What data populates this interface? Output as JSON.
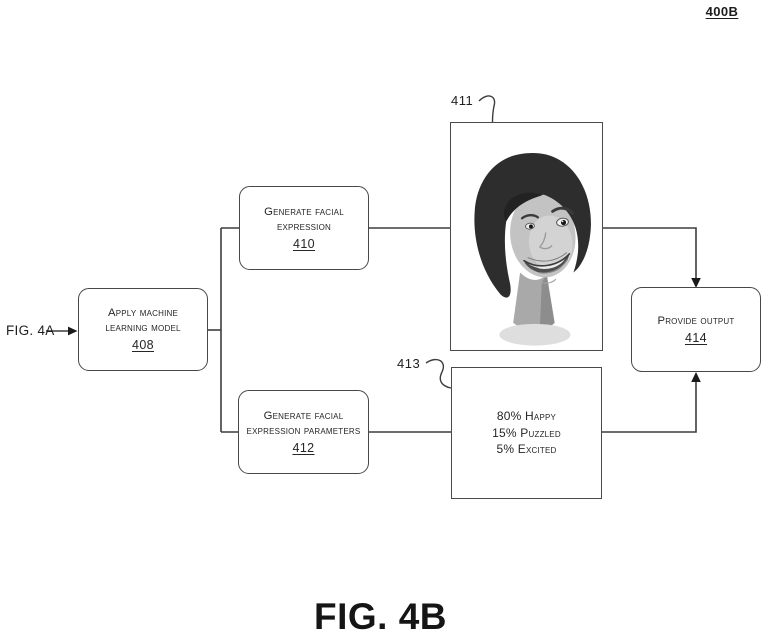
{
  "figure": {
    "page_ref": "400B",
    "caption": "FIG. 4B",
    "external_ref": "FIG. 4A"
  },
  "nodes": {
    "apply_ml": {
      "line1": "Apply machine",
      "line2": "learning model",
      "ref": "408"
    },
    "gen_expression": {
      "line1": "Generate facial",
      "line2": "expression",
      "ref": "410"
    },
    "gen_parameters": {
      "line1": "Generate facial",
      "line2": "expression parameters",
      "ref": "412"
    },
    "provide_output": {
      "line1": "Provide output",
      "ref": "414"
    },
    "avatar_output": {
      "label": "411",
      "description": "3D rendered avatar face of a smiling woman with dark hair"
    },
    "params_output": {
      "label": "413",
      "line1": "80% Happy",
      "line2": "15% Puzzled",
      "line3": "5% Excited"
    }
  },
  "colors": {
    "line": "#3d3d3d",
    "border": "#474747",
    "text": "#262626",
    "background": "#ffffff"
  }
}
